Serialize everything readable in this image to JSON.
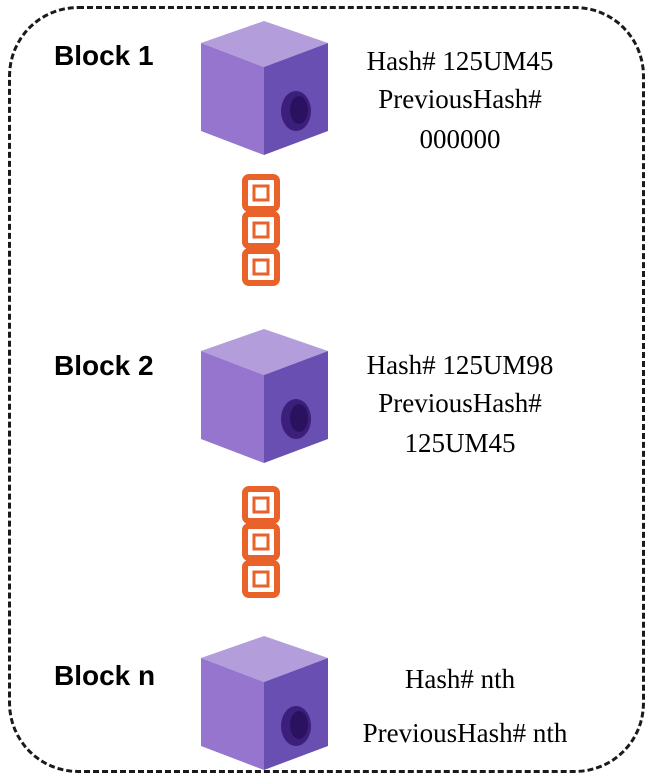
{
  "blocks": [
    {
      "label": "Block 1",
      "hash": "Hash# 125UM45",
      "previous_hash_label": "PreviousHash#",
      "previous_hash_value": "000000"
    },
    {
      "label": "Block 2",
      "hash": "Hash# 125UM98",
      "previous_hash_label": "PreviousHash#",
      "previous_hash_value": "125UM45"
    },
    {
      "label": "Block n",
      "hash": "Hash# nth",
      "previous_hash": "PreviousHash# nth"
    }
  ],
  "icons": {
    "block": "cube-icon",
    "link": "chain-link-icon"
  },
  "colors": {
    "cube_top": "#b39ddb",
    "cube_front": "#9575cd",
    "cube_side": "#6a4fb3",
    "cube_hole": "#3b1f7a",
    "chain": "#e8622a",
    "border": "#1a1a1a"
  }
}
